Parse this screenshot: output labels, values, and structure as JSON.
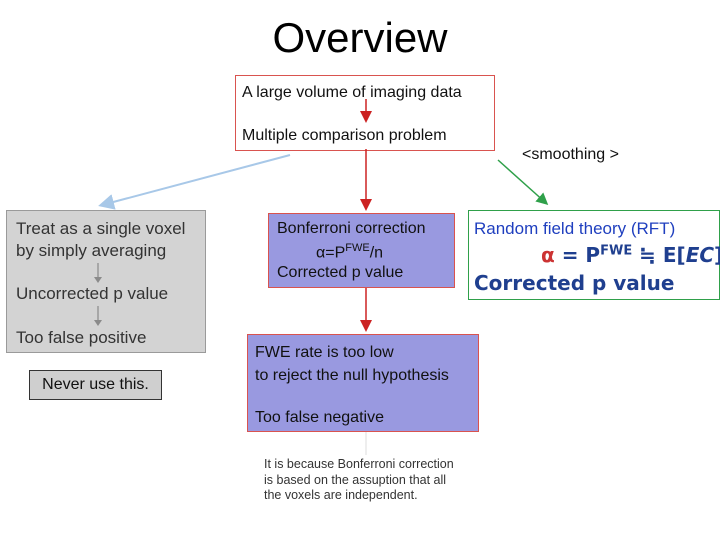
{
  "title": "Overview",
  "top_box": {
    "line1": "A large volume of imaging data",
    "line2": "Multiple comparison problem"
  },
  "smoothing_label": "<smoothing  >",
  "voxel_box": {
    "line1": "Treat as a single voxel",
    "line2": "by simply averaging",
    "line3": "Uncorrected p value",
    "line4": "Too false positive"
  },
  "never_label": "Never use this.",
  "bonferroni": {
    "line1": "Bonferroni correction",
    "formula_prefix": "α=P",
    "formula_sup": "FWE",
    "formula_suffix": "/n",
    "line3": "Corrected p value"
  },
  "fwe_box": {
    "line1": "FWE rate is too low",
    "line2": "to reject the null hypothesis",
    "line3": "Too false negative"
  },
  "rft": {
    "title": "Random field theory (RFT)",
    "alpha": "α",
    "eq": " = P",
    "sup": "FWE",
    "approx": " ≒ ",
    "expect": "E[",
    "ec": "EC",
    "close": "]",
    "line3": "Corrected p value"
  },
  "note": {
    "line1": "It is because Bonferroni correction",
    "line2": "is based on  the assuption that all",
    "line3": "the voxels are independent."
  },
  "colors": {
    "red_arrow": "#cc2222",
    "green_arrow": "#2fa04a",
    "blue_arrow": "#a8c8e8",
    "grey_arrow": "#8a8a8a",
    "purple_fill": "#9999e0"
  }
}
